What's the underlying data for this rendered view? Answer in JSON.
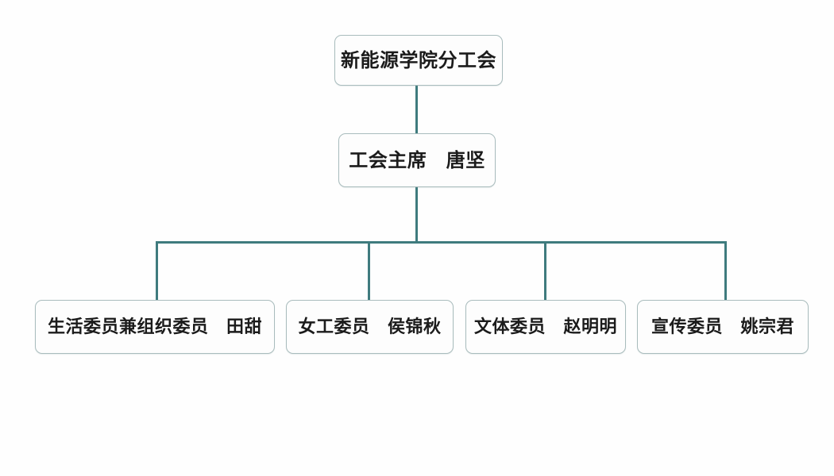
{
  "chart": {
    "type": "org-chart",
    "title": "新能源学院分工会",
    "background_color": "#ffffff",
    "connector_color": "#3f7b7e",
    "node_border_color": "#a9bcbd",
    "node_fill_color": "#fdfdfd",
    "text_color": "#1b1b1b",
    "levels": [
      {
        "level": 1,
        "nodes": [
          {
            "id": "root",
            "label": "新能源学院分工会"
          }
        ]
      },
      {
        "level": 2,
        "nodes": [
          {
            "id": "chair",
            "label": "工会主席　唐坚",
            "role": "工会主席",
            "person": "唐坚"
          }
        ]
      },
      {
        "level": 3,
        "nodes": [
          {
            "id": "member-0",
            "label": "生活委员兼组织委员　田甜",
            "role": "生活委员兼组织委员",
            "person": "田甜"
          },
          {
            "id": "member-1",
            "label": "女工委员　侯锦秋",
            "role": "女工委员",
            "person": "侯锦秋"
          },
          {
            "id": "member-2",
            "label": "文体委员　赵明明",
            "role": "文体委员",
            "person": "赵明明"
          },
          {
            "id": "member-3",
            "label": "宣传委员　姚宗君",
            "role": "宣传委员",
            "person": "姚宗君"
          }
        ]
      }
    ],
    "edges": [
      {
        "from": "root",
        "to": "chair"
      },
      {
        "from": "chair",
        "to": "member-0"
      },
      {
        "from": "chair",
        "to": "member-1"
      },
      {
        "from": "chair",
        "to": "member-2"
      },
      {
        "from": "chart",
        "to": "member-3"
      }
    ]
  }
}
